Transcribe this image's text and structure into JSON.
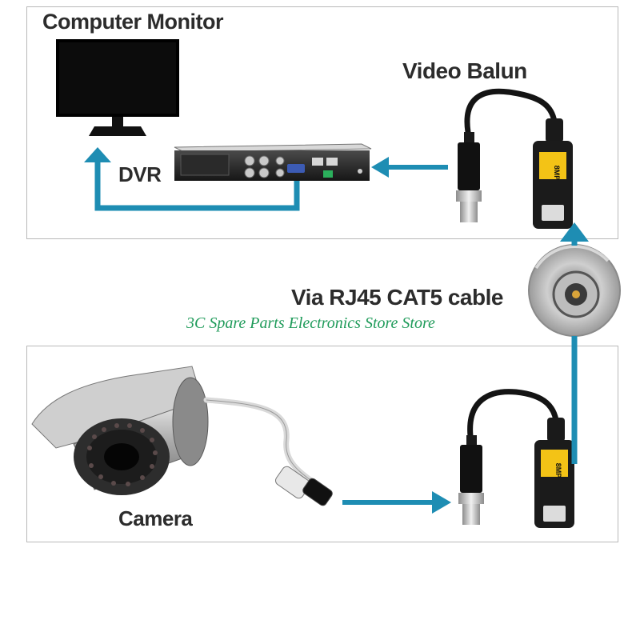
{
  "labels": {
    "computer_monitor": "Computer Monitor",
    "video_balun": "Video Balun",
    "dvr": "DVR",
    "cable": "Via RJ45 CAT5 cable",
    "camera": "Camera",
    "balun_badge": "8MP"
  },
  "watermark": "3C Spare Parts Electronics Store Store",
  "colors": {
    "arrow": "#1e8db3",
    "text": "#2c2c2c",
    "watermark": "#1f9b5a",
    "panel_border": "#b9b9b9",
    "balun_badge": "#f3c316"
  },
  "icons": [
    "monitor-icon",
    "dvr-icon",
    "video-balun-icon",
    "bnc-connector-icon",
    "camera-icon"
  ]
}
